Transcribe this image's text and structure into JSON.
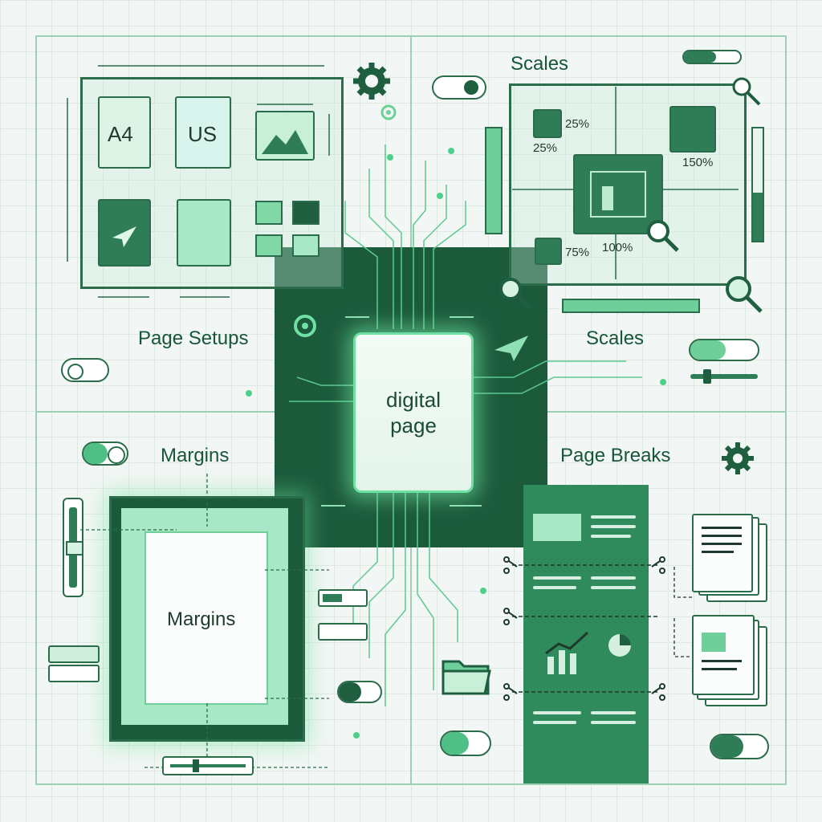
{
  "labels": {
    "scales_top": "Scales",
    "page_setups": "Page Setups",
    "scales_right": "Scales",
    "margins_left": "Margins",
    "page_breaks": "Page Breaks",
    "margins_doc": "Margins",
    "digital_line1": "digital",
    "digital_line2": "page"
  },
  "paper_sizes": {
    "a4": "A4",
    "us": "US"
  },
  "scale_percents": [
    "25%",
    "25%",
    "150%",
    "75%",
    "100%"
  ],
  "icons": [
    "gear-icon",
    "magnifier-icon",
    "paper-plane-icon",
    "image-icon",
    "folder-icon",
    "scissors-icon",
    "bar-chart-icon",
    "pie-chart-icon",
    "blueprint-icon",
    "ruler-icon"
  ],
  "colors": {
    "accent": "#2f7d56",
    "dark": "#1c5a3c",
    "glow": "#6fe0a3",
    "light": "#bfead2",
    "background": "#f2f6f4"
  }
}
